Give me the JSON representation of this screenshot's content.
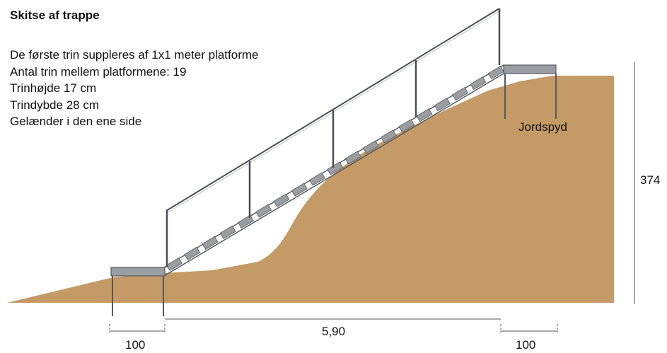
{
  "title": "Skitse af trappe",
  "notes": [
    "De første trin suppleres af 1x1 meter platforme",
    "Antal trin mellem platformene: 19",
    "Trinhøjde 17 cm",
    "Trindybde 28 cm",
    "Gelænder i den ene side"
  ],
  "labels": {
    "ground_spike": "Jordspyd",
    "height": "374",
    "stair_run": "5,90",
    "platform_left_width": "100",
    "platform_right_width": "100"
  },
  "stair": {
    "steps": 19
  },
  "colors": {
    "terrain": "#c49a66",
    "metal": "#9a9ea3",
    "metal_dark": "#555a60",
    "railing": "#4a4e53",
    "dim_line": "#555555"
  }
}
